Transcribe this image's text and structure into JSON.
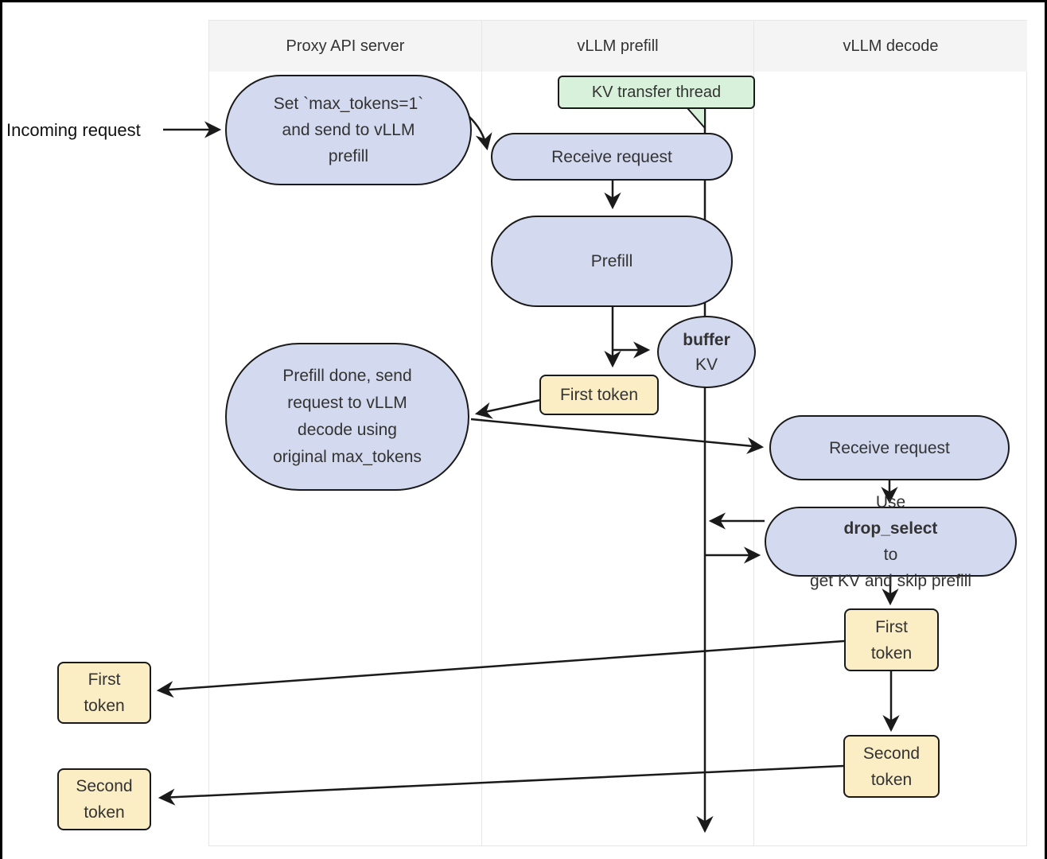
{
  "columns": {
    "items": [
      {
        "label": "Proxy API server"
      },
      {
        "label": "vLLM prefill"
      },
      {
        "label": "vLLM decode"
      }
    ]
  },
  "colors": {
    "node_fill": "#d3d9ef",
    "token_fill": "#fbedc4",
    "thread_fill": "#d8f1da",
    "header_bg": "#f4f4f4",
    "border": "#1a1a1a",
    "grid": "#e6e6e6",
    "text": "#333333"
  },
  "labels": {
    "incoming_request": "Incoming request",
    "kv_transfer_thread": "KV transfer thread"
  },
  "nodes": {
    "set_max_tokens": {
      "lines": [
        "Set `max_tokens=1`",
        "and send to vLLM",
        "prefill"
      ]
    },
    "receive_request_prefill": {
      "label": "Receive request"
    },
    "prefill": {
      "label": "Prefill"
    },
    "buffer_kv": {
      "bold": "buffer",
      "rest": "KV"
    },
    "first_token_prefill": {
      "label": "First token"
    },
    "prefill_done": {
      "lines": [
        "Prefill done, send",
        "request to vLLM",
        "decode using",
        "original max_tokens"
      ]
    },
    "receive_request_decode": {
      "label": "Receive request"
    },
    "drop_select": {
      "line1_pre": "Use ",
      "line1_bold": "drop_select",
      "line1_post": " to",
      "line2": "get KV and skip prefill"
    },
    "first_token_decode": {
      "lines": [
        "First",
        "token"
      ]
    },
    "second_token_decode": {
      "lines": [
        "Second",
        "token"
      ]
    },
    "first_token_out": {
      "lines": [
        "First",
        "token"
      ]
    },
    "second_token_out": {
      "lines": [
        "Second",
        "token"
      ]
    }
  }
}
